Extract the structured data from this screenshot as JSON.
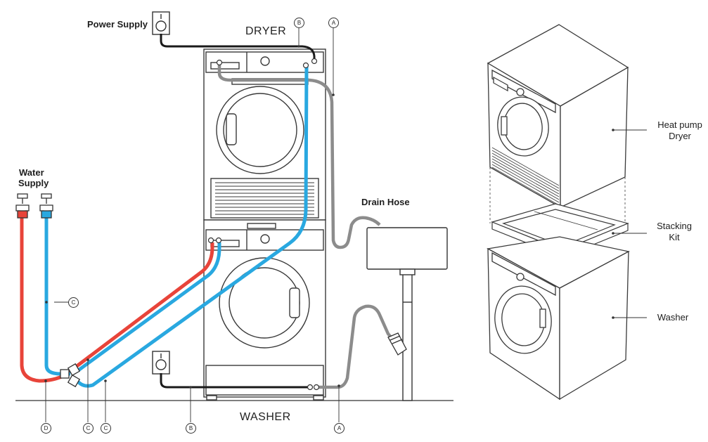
{
  "labels": {
    "power_supply": "Power Supply",
    "dryer": "DRYER",
    "washer": "WASHER",
    "water_supply_line1": "Water",
    "water_supply_line2": "Supply",
    "drain_hose": "Drain Hose",
    "heat_pump_dryer_line1": "Heat pump",
    "heat_pump_dryer_line2": "Dryer",
    "stacking_kit_line1": "Stacking",
    "stacking_kit_line2": "Kit",
    "washer_side": "Washer"
  },
  "callouts": {
    "top_b": "B",
    "top_a": "A",
    "water_c": "C",
    "bottom_d": "D",
    "bottom_c1": "C",
    "bottom_c2": "C",
    "bottom_b": "B",
    "bottom_a": "A"
  },
  "colors": {
    "hot_hose": "#e8443a",
    "cold_hose": "#29a8e0",
    "drain_hose": "#8c8c8c",
    "power_cord": "#1a1a1a",
    "outline": "#3a3a3a"
  }
}
